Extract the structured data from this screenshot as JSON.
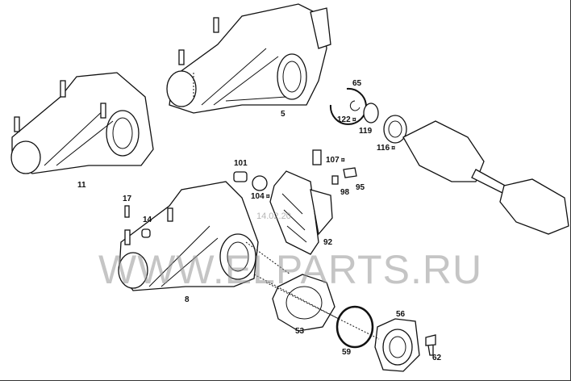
{
  "watermark": "WWW.ELPARTS.RU",
  "date_stamp": "14.02.20",
  "parts": [
    {
      "num": "65",
      "mark": ""
    },
    {
      "num": "5",
      "mark": ""
    },
    {
      "num": "122",
      "mark": "¤"
    },
    {
      "num": "119",
      "mark": ""
    },
    {
      "num": "116",
      "mark": "¤"
    },
    {
      "num": "11",
      "mark": ""
    },
    {
      "num": "101",
      "mark": ""
    },
    {
      "num": "107",
      "mark": "¤"
    },
    {
      "num": "104",
      "mark": "¤"
    },
    {
      "num": "98",
      "mark": ""
    },
    {
      "num": "95",
      "mark": ""
    },
    {
      "num": "17",
      "mark": ""
    },
    {
      "num": "14",
      "mark": ""
    },
    {
      "num": "92",
      "mark": ""
    },
    {
      "num": "8",
      "mark": ""
    },
    {
      "num": "53",
      "mark": ""
    },
    {
      "num": "56",
      "mark": ""
    },
    {
      "num": "59",
      "mark": ""
    },
    {
      "num": "62",
      "mark": ""
    }
  ]
}
